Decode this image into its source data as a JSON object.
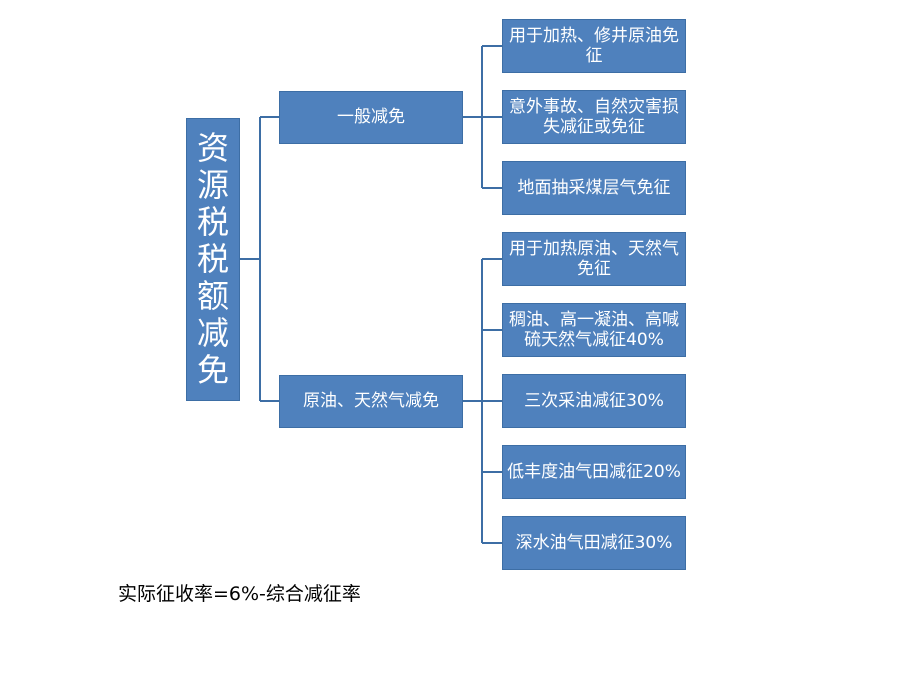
{
  "root": {
    "label": "资源税税额减免"
  },
  "branches": [
    {
      "label": "一般减免",
      "children": [
        "用于加热、修井原油免征",
        "意外事故、自然灾害损失减征或免征",
        "地面抽采煤层气免征"
      ]
    },
    {
      "label": "原油、天然气减免",
      "children": [
        "用于加热原油、天然气免征",
        "稠油、高一凝油、高喊硫天然气减征40%",
        "三次采油减征30%",
        "低丰度油气田减征20%",
        "深水油气田减征30%"
      ]
    }
  ],
  "footer": {
    "formula": "实际征收率=6%-综合减征率"
  },
  "colors": {
    "box_fill": "#4f81bd",
    "connector": "#3d6ea5",
    "text_on_box": "#ffffff"
  }
}
